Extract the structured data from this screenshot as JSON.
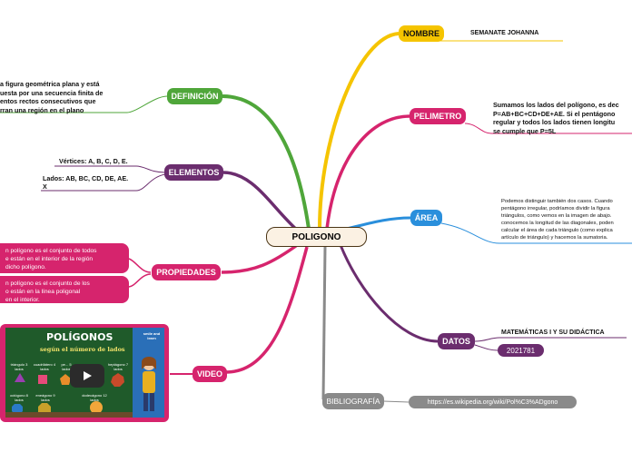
{
  "center": {
    "label": "POLIGONO"
  },
  "colors": {
    "yellow": "#f5c400",
    "red": "#d6246d",
    "blue": "#2a8fdc",
    "purple": "#6b2d6e",
    "green": "#4fa63a",
    "gray": "#8a8a8a",
    "center_bg": "#fbf1e3",
    "center_border": "#4a3415"
  },
  "nombre": {
    "label": "NOMBRE",
    "value": "SEMANATE JOHANNA"
  },
  "perimetro": {
    "label": "PELIMETRO",
    "text": [
      "Sumamos los lados del polígono, es dec",
      "P=AB+BC+CD+DE+AE. Si el pentágono",
      "regular y todos los lados tienen longitu",
      "se cumple que P=5L"
    ]
  },
  "area": {
    "label": "ÁREA",
    "text": [
      "Podemos distinguir también dos casos. Cuando",
      "pentágono irregular, podríamos dividir la figura",
      "triángulos, como vemos en la imagen de abajo.",
      "conocemos la longitud de las diagonales, poden",
      "calcular el área de cada triángulo (como explica",
      "artículo de triángulo) y hacemos la sumatoria."
    ]
  },
  "datos": {
    "label": "DATOS",
    "title": "MATEMÁTICAS I Y SU DIDÁCTICA",
    "code": "2021781"
  },
  "bibliografia": {
    "label": "BIBLIOGRAFÍA",
    "link": "https://es.wikipedia.org/wiki/Pol%C3%ADgono"
  },
  "definicion": {
    "label": "DEFINICIÓN",
    "text": [
      "a figura geométrica plana y está",
      "uesta por una secuencia finita de",
      "entos rectos consecutivos que",
      "rran una región en el plano"
    ]
  },
  "elementos": {
    "label": "ELEMENTOS",
    "vertices": "Vértices: A, B, C, D, E.",
    "lados": [
      "Lados: AB, BC, CD, DE, AE.",
      "X"
    ]
  },
  "propiedades": {
    "label": "PROPIEDADES",
    "card1": [
      "n polígono es el conjunto de todos",
      "e están en el interior de la región",
      "dicho polígono."
    ],
    "card2": [
      "n polígono es el conjunto de los",
      "o están en la línea poligonal",
      "en el interior."
    ]
  },
  "video": {
    "label": "VIDEO",
    "title": "POLÍGONOS",
    "subtitle": "según el número de lados",
    "shapes": [
      "triángulo 3 lados",
      "cuadrilátero 4 lados",
      "pe... 5 lados",
      "heptágono 7 lados",
      "octógono 8 lados",
      "eneágono 9 lados",
      "dodecágono 12 lados"
    ],
    "brand": "smile and learn"
  }
}
